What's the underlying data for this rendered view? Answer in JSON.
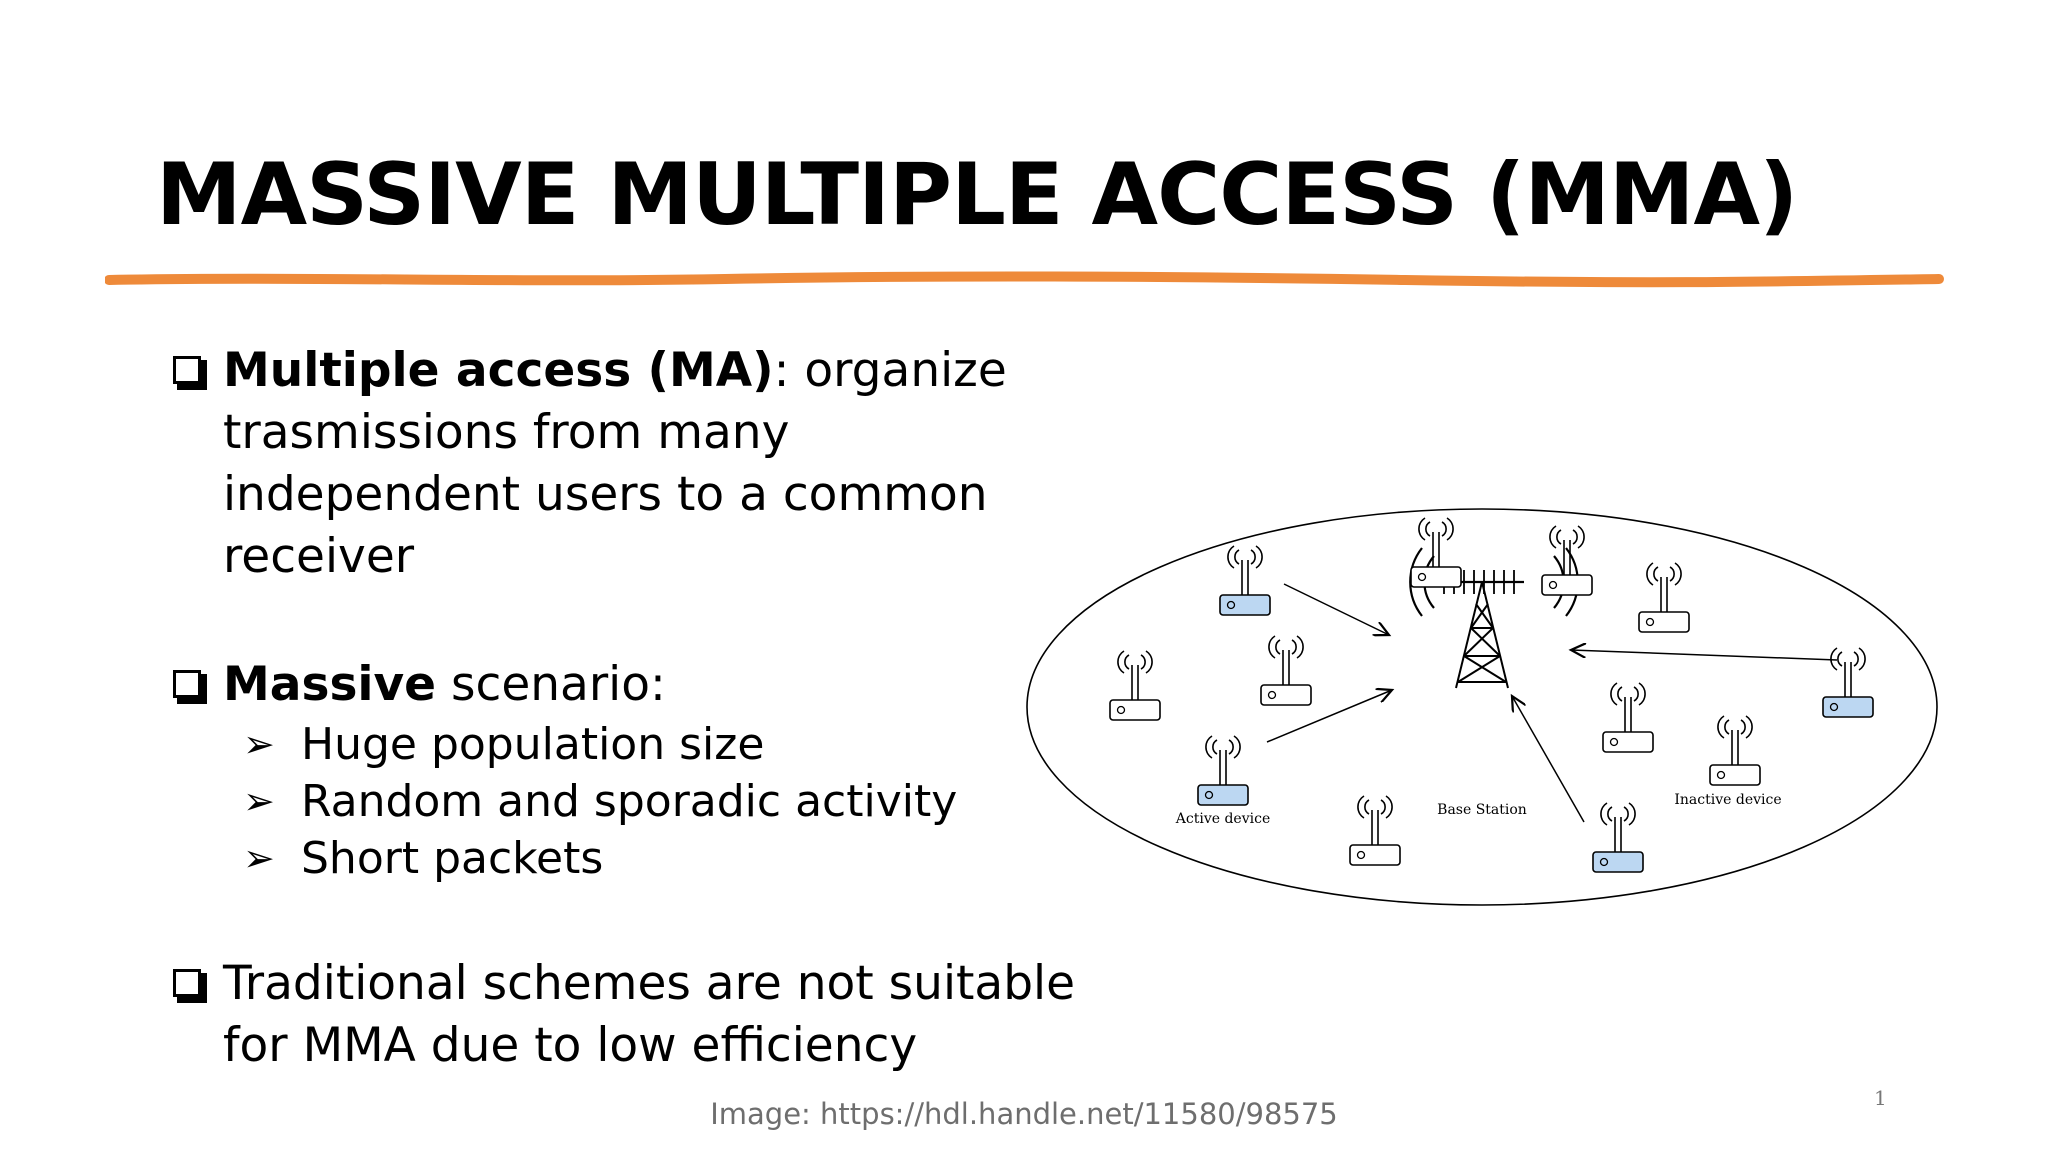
{
  "slide": {
    "title": "MASSIVE MULTIPLE ACCESS (MMA)",
    "bullets": [
      {
        "bold": "Multiple access (MA)",
        "rest": ": organize trasmissions from many independent users to a common receiver"
      },
      {
        "bold": "Massive",
        "rest": " scenario:",
        "subitems": [
          "Huge population size",
          "Random and sporadic activity",
          "Short packets"
        ]
      },
      {
        "text": "Traditional schemes are not suitable for MMA due to low efficiency"
      }
    ],
    "caption": "Image: https://hdl.handle.net/11580/98575",
    "page_number": "1"
  },
  "diagram": {
    "labels": {
      "base_station": "Base Station",
      "active_device": "Active device",
      "inactive_device": "Inactive device"
    },
    "colors": {
      "accent_underline": "#ee8a3a",
      "active_device_fill": "#bcd7f2",
      "inactive_device_fill": "#ffffff"
    }
  }
}
